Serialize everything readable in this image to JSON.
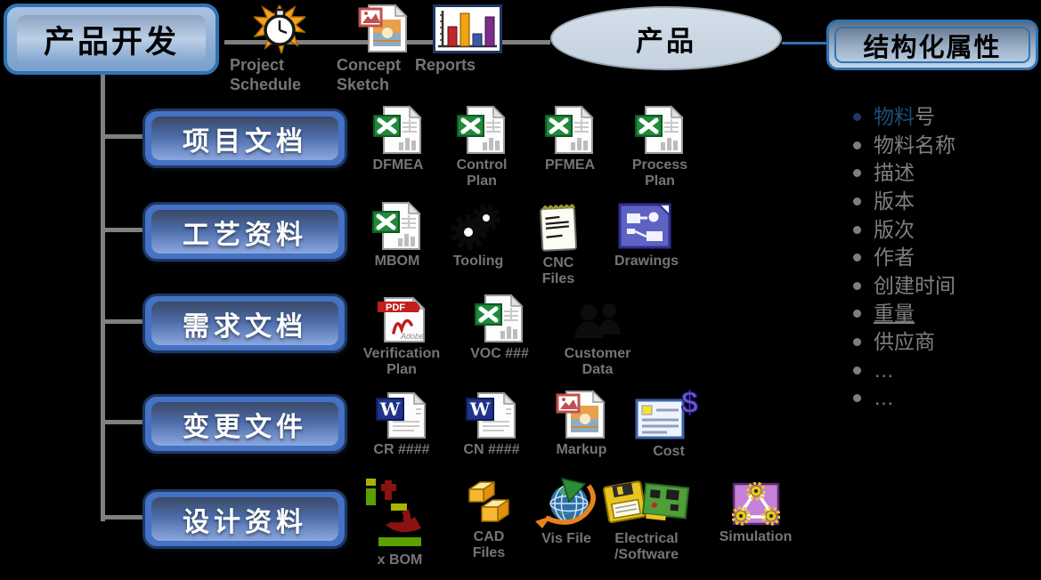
{
  "root_button": {
    "label": "产品开发"
  },
  "top_flow": {
    "items": [
      {
        "label": "Project\nSchedule",
        "icon": "stopwatch-schedule"
      },
      {
        "label": "Concept\nSketch",
        "icon": "picture-doc"
      },
      {
        "label": "Reports",
        "icon": "bar-chart-report"
      }
    ],
    "product": {
      "label": "产品"
    },
    "attributes_button": {
      "label": "结构化属性"
    }
  },
  "categories": [
    {
      "label": "项目文档",
      "items": [
        {
          "label": "DFMEA",
          "icon": "excel-doc"
        },
        {
          "label": "Control\nPlan",
          "icon": "excel-doc"
        },
        {
          "label": "PFMEA",
          "icon": "excel-doc"
        },
        {
          "label": "Process\nPlan",
          "icon": "excel-doc"
        }
      ]
    },
    {
      "label": "工艺资料",
      "items": [
        {
          "label": "MBOM",
          "icon": "excel-doc"
        },
        {
          "label": "Tooling",
          "icon": "gears"
        },
        {
          "label": "CNC\nFiles",
          "icon": "notepad"
        },
        {
          "label": "Drawings",
          "icon": "drawing-blue"
        }
      ]
    },
    {
      "label": "需求文档",
      "items": [
        {
          "label": "Verification\nPlan",
          "icon": "pdf-doc"
        },
        {
          "label": "VOC ###",
          "icon": "excel-doc"
        },
        {
          "label": "Customer\nData",
          "icon": "people-silhouette"
        }
      ]
    },
    {
      "label": "变更文件",
      "items": [
        {
          "label": "CR ####",
          "icon": "word-doc"
        },
        {
          "label": "CN ####",
          "icon": "word-doc"
        },
        {
          "label": "Markup",
          "icon": "picture-doc"
        },
        {
          "label": "Cost",
          "icon": "cost-form"
        }
      ]
    },
    {
      "label": "设计资料",
      "items": [
        {
          "label": "x BOM",
          "icon": "bom-tree"
        },
        {
          "label": "CAD\nFiles",
          "icon": "cad-blocks"
        },
        {
          "label": "Vis File",
          "icon": "vis-globe"
        },
        {
          "label": "Electrical\n/Software",
          "icon": "circuit-board"
        },
        {
          "label": "Simulation",
          "icon": "simulation-gears"
        }
      ]
    }
  ],
  "attributes_list": {
    "items": [
      {
        "text": "物料号",
        "highlight_prefix": "物料",
        "rest": "号"
      },
      {
        "text": "物料名称"
      },
      {
        "text": "描述"
      },
      {
        "text": "版本"
      },
      {
        "text": "版次"
      },
      {
        "text": "作者"
      },
      {
        "text": "创建时间"
      },
      {
        "text": "重量",
        "underline": true
      },
      {
        "text": "供应商"
      },
      {
        "text": "…"
      },
      {
        "text": "…"
      }
    ]
  },
  "colors": {
    "accent_blue": "#2E74B5",
    "category_navy": "#1F3864",
    "category_fill": "#4472C4",
    "gray_text": "#7F7F7F",
    "highlight_text": "#1F4E79",
    "line_gray": "#808080",
    "excel_green": "#1E8A3C",
    "word_blue": "#20338B",
    "pdf_red": "#C11E1E"
  }
}
